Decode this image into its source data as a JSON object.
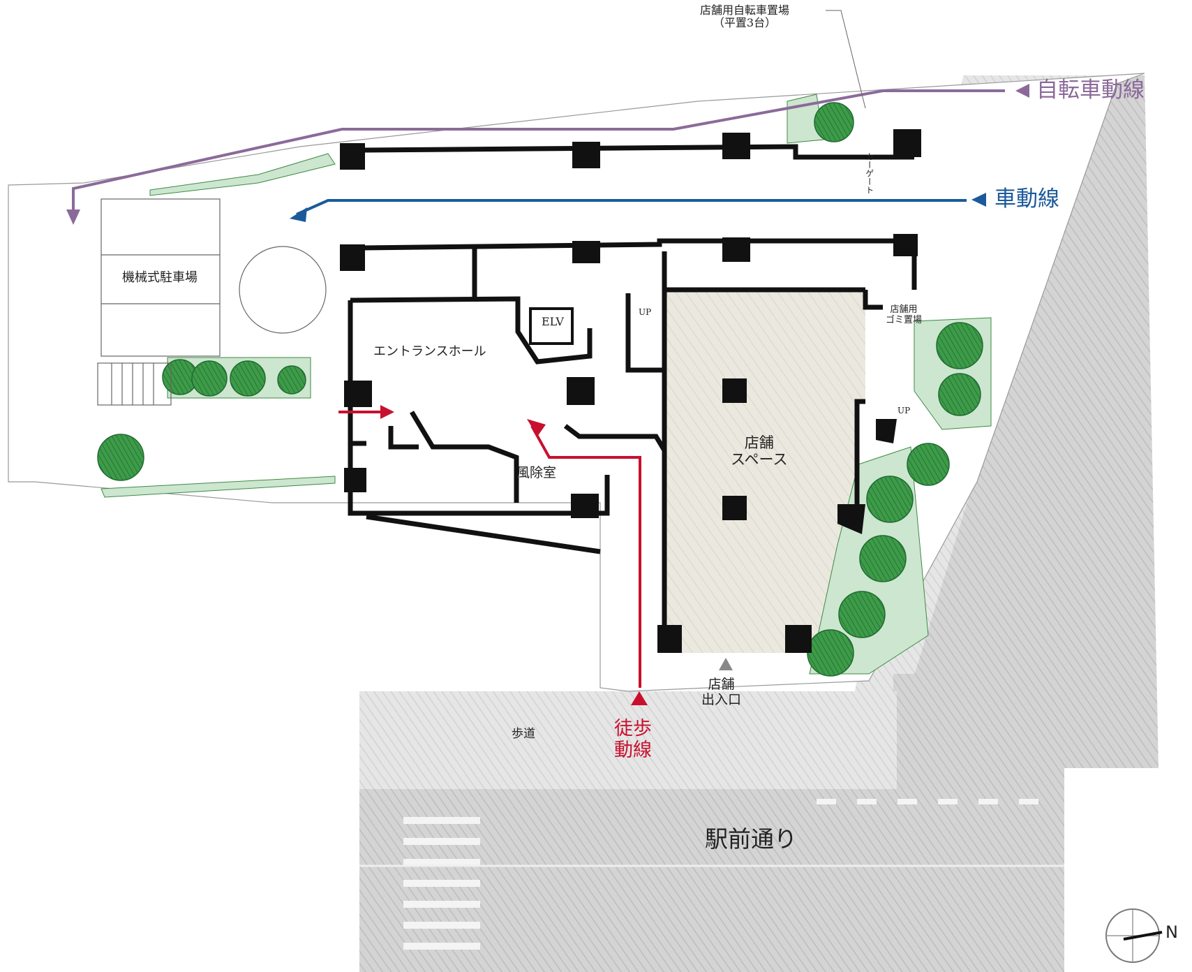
{
  "legend": {
    "bicycle_route": "自転車動線",
    "car_route": "車動線",
    "pedestrian_route_line1": "徒歩",
    "pedestrian_route_line2": "動線"
  },
  "colors": {
    "bicycle": "#8b6a9a",
    "car": "#1b5a9a",
    "pedestrian": "#c8102e",
    "planting": "#2e8b3a",
    "shop_floor": "#e9e7dc",
    "road": "#d9d9d9",
    "wall": "#111111"
  },
  "labels": {
    "bike_parking_line1": "店舗用自転車置場",
    "bike_parking_line2": "（平置3台）",
    "car_gate": "カーゲート",
    "mechanical_parking": "機械式駐車場",
    "entrance_hall": "エントランスホール",
    "elevator": "ELV",
    "windbreak_room": "風除室",
    "up_left": "UP",
    "up_right": "UP",
    "shop_garbage_line1": "店舗用",
    "shop_garbage_line2": "ゴミ置場",
    "shop_space_line1": "店舗",
    "shop_space_line2": "スペース",
    "shop_entrance_line1": "店舗",
    "shop_entrance_line2": "出入口",
    "sidewalk": "歩道",
    "street": "駅前通り",
    "north_mark": "N"
  }
}
